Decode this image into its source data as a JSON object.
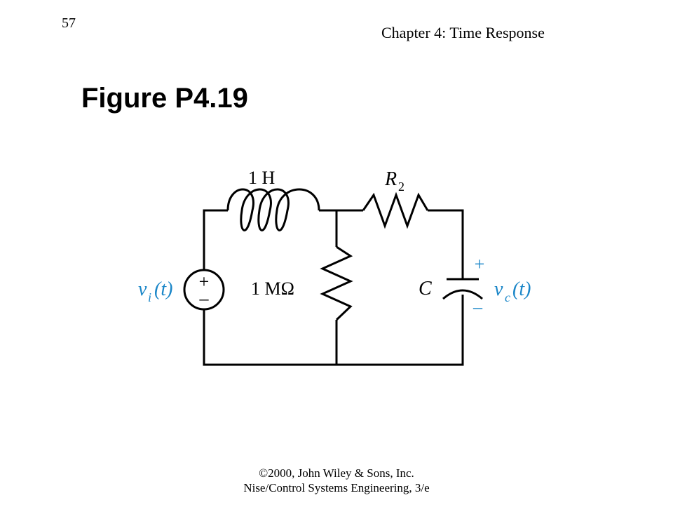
{
  "header": {
    "page_number": "57",
    "chapter": "Chapter 4: Time Response"
  },
  "figure": {
    "title": "Figure P4.19",
    "labels": {
      "inductor": "1 H",
      "resistor2_main": "R",
      "resistor2_sub": "2",
      "resistor1": "1 MΩ",
      "capacitor": "C",
      "plus": "+",
      "minus": "–",
      "vi_main": "v",
      "vi_sub": "i",
      "vi_arg": "(t)",
      "vc_main": "v",
      "vc_sub": "c",
      "vc_arg": "(t)"
    },
    "colors": {
      "wire": "#000000",
      "signal_label": "#1a86c8"
    }
  },
  "footer": {
    "line1": "©2000, John Wiley & Sons, Inc.",
    "line2": "Nise/Control Systems Engineering, 3/e"
  }
}
